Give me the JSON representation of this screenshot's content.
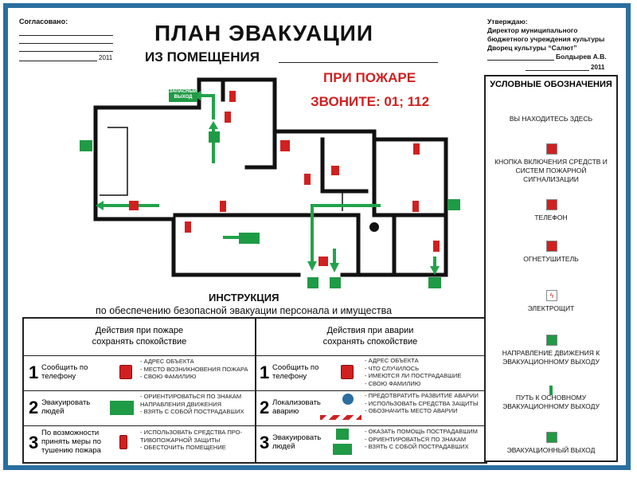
{
  "approval_left": {
    "label": "Согласовано:",
    "year": "2011"
  },
  "approval_right": {
    "lines": [
      "Утверждаю:",
      "Директор  муниципального",
      "бюджетного учреждения культуры",
      "Дворец культуры “Салют”"
    ],
    "signature": "Болдырев А.В.",
    "year": "2011"
  },
  "title": {
    "main": "ПЛАН  ЭВАКУАЦИИ",
    "sub": "ИЗ  ПОМЕЩЕНИЯ"
  },
  "fire_notice": {
    "line1": "ПРИ  ПОЖАРЕ",
    "line2": "ЗВОНИТЕ: 01; 112"
  },
  "plan": {
    "spare_exit_label": "ЗАПАСНЫЙ ВЫХОД"
  },
  "legend": {
    "title": "УСЛОВНЫЕ ОБОЗНАЧЕНИЯ",
    "items": [
      {
        "icon": "you-are-here-icon",
        "label": "ВЫ НАХОДИТЕСЬ ЗДЕСЬ"
      },
      {
        "icon": "alarm-button-icon",
        "label": "КНОПКА ВКЛЮЧЕНИЯ СРЕДСТВ И СИСТЕМ ПОЖАРНОЙ СИГНАЛИЗАЦИИ"
      },
      {
        "icon": "phone-icon",
        "label": "ТЕЛЕФОН"
      },
      {
        "icon": "extinguisher-icon",
        "label": "ОГНЕТУШИТЕЛЬ"
      },
      {
        "icon": "electrical-panel-icon",
        "label": "ЭЛЕКТРОЩИТ"
      },
      {
        "icon": "evacuation-direction-icon",
        "label": "НАПРАВЛЕНИЕ ДВИЖЕНИЯ К ЭВАКУАЦИОННОМУ ВЫХОДУ"
      },
      {
        "icon": "main-path-icon",
        "label": "ПУТЬ К ОСНОВНОМУ ЭВАКУАЦИОННОМУ ВЫХОДУ"
      },
      {
        "icon": "emergency-exit-icon",
        "label": "ЭВАКУАЦИОННЫЙ ВЫХОД"
      }
    ]
  },
  "instructions": {
    "title": "ИНСТРУКЦИЯ",
    "subtitle": "по обеспечению безопасной эвакуации персонала и имущества",
    "fire": {
      "heading1": "Действия при пожаре",
      "heading2": "сохранять спокойствие",
      "steps": [
        {
          "num": "1",
          "action": "Сообщить по телефону",
          "icon": "phone-icon",
          "bullets": [
            "- АДРЕС ОБЪЕКТА",
            "- МЕСТО ВОЗНИКНОВЕНИЯ ПОЖАРА",
            "- СВОЮ ФАМИЛИЮ"
          ]
        },
        {
          "num": "2",
          "action": "Эвакуировать людей",
          "icon": "exit-sign-icon",
          "bullets": [
            "- ОРИЕНТИРОВАТЬСЯ ПО ЗНАКАМ НАПРАВЛЕНИЯ ДВИЖЕНИЯ",
            "- ВЗЯТЬ С СОБОЙ ПОСТРАДАВШИХ"
          ]
        },
        {
          "num": "3",
          "action": "По возможности принять меры по тушению пожара",
          "icon": "extinguisher-icon",
          "bullets": [
            "- ИСПОЛЬЗОВАТЬ СРЕДСТВА ПРО- ТИВОПОЖАРНОЙ ЗАЩИТЫ",
            "- ОБЕСТОЧИТЬ ПОМЕЩЕНИЕ"
          ]
        }
      ]
    },
    "accident": {
      "heading1": "Действия при аварии",
      "heading2": "сохранять спокойствие",
      "steps": [
        {
          "num": "1",
          "action": "Сообщить по телефону",
          "icon": "phone-icon",
          "bullets": [
            "- АДРЕС ОБЪЕКТА",
            "- ЧТО СЛУЧИЛОСЬ",
            "- ИМЕЮТСЯ ЛИ ПОСТРАДАВШИЕ",
            "- СВОЮ ФАМИЛИЮ"
          ]
        },
        {
          "num": "2",
          "action": "Локализовать аварию",
          "icon": "helmet-icon",
          "bullets": [
            "- ПРЕДОТВРАТИТЬ РАЗВИТИЕ АВАРИИ",
            "- ИСПОЛЬЗОВАТЬ СРЕДСТВА ЗАЩИТЫ",
            "- ОБОЗНАЧИТЬ МЕСТО АВАРИИ"
          ]
        },
        {
          "num": "3",
          "action": "Эвакуировать людей",
          "icon": "first-aid-icon",
          "bullets": [
            "- ОКАЗАТЬ ПОМОЩЬ ПОСТРАДАВШИМ",
            "- ОРИЕНТИРОВАТЬСЯ ПО ЗНАКАМ",
            "- ВЗЯТЬ С СОБОЙ ПОСТРАДАВШИХ"
          ]
        }
      ]
    }
  },
  "colors": {
    "frame": "#2a6fa0",
    "red": "#d12020",
    "green": "#1f9a45"
  }
}
